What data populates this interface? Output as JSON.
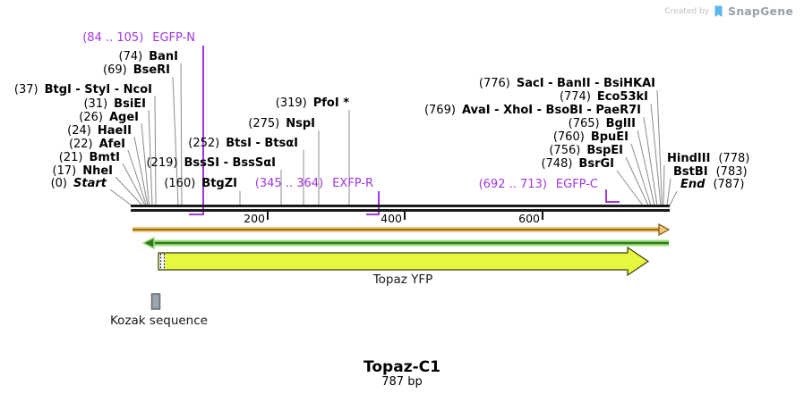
{
  "watermark": {
    "created_by": "Created by",
    "brand": "SnapGene"
  },
  "plasmid": {
    "title": "Topaz-C1",
    "length": "787 bp"
  },
  "axis": {
    "ticks": [
      "200",
      "400",
      "600"
    ],
    "range_bp": [
      0,
      787
    ]
  },
  "features": {
    "topaz": {
      "label": "Topaz YFP",
      "color": "#e6f83e"
    },
    "kozak": {
      "label": "Kozak sequence",
      "color": "#9ba3ac"
    }
  },
  "colors": {
    "primer": "#a236e0",
    "leader_line": "#8c8c8c",
    "axis": "#1a1a1a",
    "orf_forward_light": "#f2c87e",
    "orf_forward_dark": "#9a6a10",
    "orf_reverse_light": "#a0e07d",
    "orf_reverse_dark": "#2f7a1e"
  },
  "icons": {
    "brand_logo": "snapgene-flag"
  },
  "sites": [
    {
      "pos": "(84 .. 105)",
      "name": "EGFP-N"
    },
    {
      "pos": "(74)",
      "name": "BanI"
    },
    {
      "pos": "(69)",
      "name": "BseRI"
    },
    {
      "pos": "(37)",
      "name": "BtgI - StyI - NcoI"
    },
    {
      "pos": "(31)",
      "name": "BsiEI"
    },
    {
      "pos": "(26)",
      "name": "AgeI"
    },
    {
      "pos": "(24)",
      "name": "HaeII"
    },
    {
      "pos": "(22)",
      "name": "AfeI"
    },
    {
      "pos": "(21)",
      "name": "BmtI"
    },
    {
      "pos": "(17)",
      "name": "NheI"
    },
    {
      "pos": "(0)",
      "name": "Start"
    },
    {
      "pos": "(319)",
      "name": "PfoI *"
    },
    {
      "pos": "(275)",
      "name": "NspI"
    },
    {
      "pos": "(252)",
      "name": "BtsI - BtsαI"
    },
    {
      "pos": "(219)",
      "name": "BssSI - BssSαI"
    },
    {
      "pos": "(160)",
      "name": "BtgZI"
    },
    {
      "pos": "(345 .. 364)",
      "name": "EXFP-R"
    },
    {
      "pos": "(776)",
      "name": "SacI - BanII - BsiHKAI"
    },
    {
      "pos": "(774)",
      "name": "Eco53kI"
    },
    {
      "pos": "(769)",
      "name": "AvaI - XhoI - BsoBI - PaeR7I"
    },
    {
      "pos": "(765)",
      "name": "BglII"
    },
    {
      "pos": "(760)",
      "name": "BpuEI"
    },
    {
      "pos": "(756)",
      "name": "BspEI"
    },
    {
      "pos": "(748)",
      "name": "BsrGI"
    },
    {
      "pos": "(692 .. 713)",
      "name": "EGFP-C"
    },
    {
      "pos": "(778)",
      "name": "HindIII"
    },
    {
      "pos": "(783)",
      "name": "BstBI"
    },
    {
      "pos": "(787)",
      "name": "End"
    }
  ]
}
